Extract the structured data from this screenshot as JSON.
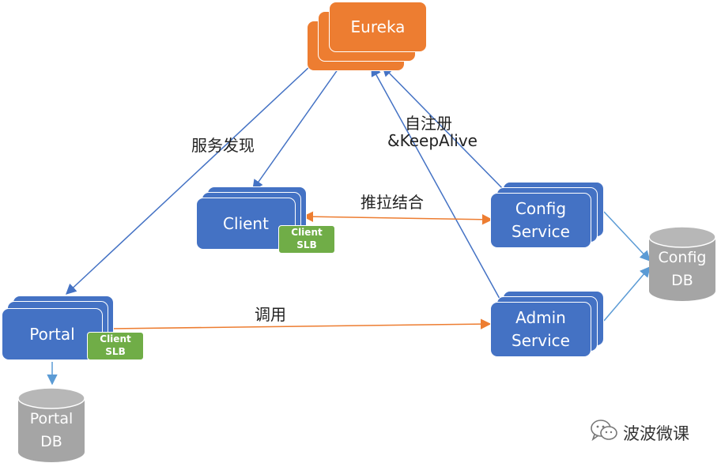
{
  "nodes": {
    "eureka": {
      "label": "Eureka"
    },
    "client": {
      "label": "Client",
      "slb": [
        "Client",
        "SLB"
      ]
    },
    "portal": {
      "label": "Portal",
      "slb": [
        "Client",
        "SLB"
      ]
    },
    "config_service": {
      "line1": "Config",
      "line2": "Service"
    },
    "admin_service": {
      "line1": "Admin",
      "line2": "Service"
    },
    "config_db": {
      "line1": "Config",
      "line2": "DB"
    },
    "portal_db": {
      "line1": "Portal",
      "line2": "DB"
    }
  },
  "edge_labels": {
    "discovery": "服务发现",
    "self_register": "自注册",
    "keepalive": "&KeepAlive",
    "push_pull": "推拉结合",
    "invoke": "调用"
  },
  "watermark": {
    "text": "波波微课",
    "icon": "wechat-icon"
  },
  "colors": {
    "blue_box": "#4472c4",
    "orange_box": "#ed7d31",
    "green_slb": "#70ad47",
    "gray_db": "#a5a5a5",
    "blue_arrow": "#4472c4",
    "orange_arrow": "#ed7d31",
    "light_blue_arrow": "#5b9bd5"
  }
}
